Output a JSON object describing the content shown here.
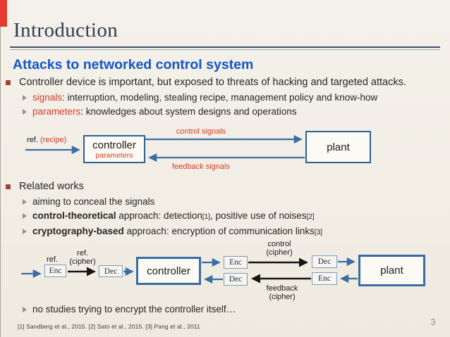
{
  "slide": {
    "title": "Introduction",
    "heading": "Attacks to networked control system",
    "footer": "[1] Sandberg et al., 2015. [2] Sato et al., 2015. [3] Pang et al., 2011",
    "page_number": "3"
  },
  "colors": {
    "corner-red": "#e63a2e",
    "title-navy": "#2e3d52",
    "heading-blue": "#1557c5",
    "accent-red": "#d93b26",
    "bullet-brick": "#a04338",
    "box-blue": "#2f5f96",
    "box-blue-2": "#3a6ca3",
    "small-box-blue": "#7b9cc4",
    "arrow-blue": "#3a6ea5",
    "arrow-black": "#161616"
  },
  "threats": {
    "main": "Controller device is important, but exposed to threats of hacking and targeted attacks.",
    "sub1_accent": "signals",
    "sub1_rest": ": interruption, modeling, stealing recipe, management policy and know-how",
    "sub2_accent": "parameters",
    "sub2_rest": ": knowledges about system designs and operations"
  },
  "related": {
    "main": "Related works",
    "item1": "aiming to conceal the signals",
    "item2_bold": "control-theoretical",
    "item2_t1": " approach: detection",
    "item2_ref1": "[1]",
    "item2_t2": ", positive use of noises",
    "item2_ref2": "[2]",
    "item3_bold": "cryptography-based",
    "item3_t1": " approach: encryption of communication links",
    "item3_ref1": "[3]",
    "item4": "no studies trying to encrypt the controller itself…"
  },
  "diagram1": {
    "ref_black": "ref. ",
    "ref_red": "(recipe)",
    "controller": "controller",
    "controller_sub": "parameters",
    "plant": "plant",
    "top_label": "control signals",
    "bottom_label": "feedback signals"
  },
  "diagram2": {
    "ref": "ref.",
    "enc": "Enc",
    "dec": "Dec",
    "controller": "controller",
    "plant": "plant",
    "label_ref_1": "ref.",
    "label_ref_2": "(cipher)",
    "label_control_1": "control",
    "label_control_2": "(cipher)",
    "label_feedback_1": "feedback",
    "label_feedback_2": "(cipher)"
  }
}
